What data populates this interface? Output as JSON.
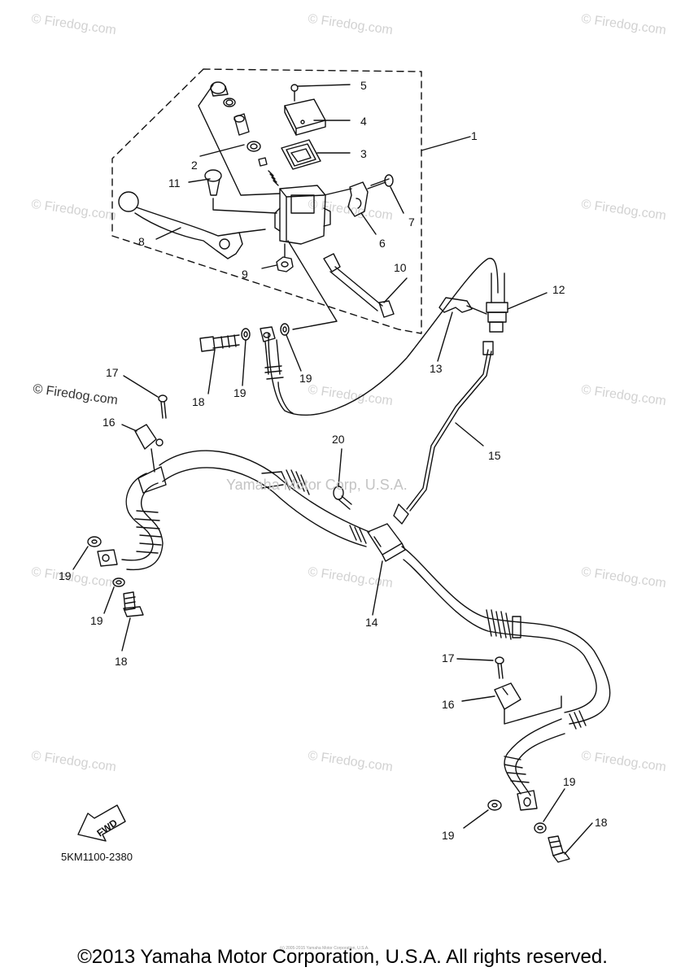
{
  "watermark": "© Firedog.com",
  "center_watermark": "Yamaha Motor Corp, U.S.A.",
  "left_watermark": "© Firedog.com",
  "callouts": [
    "1",
    "2",
    "3",
    "4",
    "5",
    "6",
    "7",
    "8",
    "9",
    "10",
    "11",
    "12",
    "13",
    "14",
    "15",
    "16",
    "16",
    "17",
    "17",
    "18",
    "18",
    "18",
    "19",
    "19",
    "19",
    "19",
    "19",
    "20"
  ],
  "fwd_label": "FWD",
  "part_code": "5KM1100-2380",
  "copyright": "©2013 Yamaha Motor Corporation, U.S.A. All rights reserved.",
  "tiny_copyright": "(c) 2005-2015 Yamaha Motor Corporation, U.S.A."
}
